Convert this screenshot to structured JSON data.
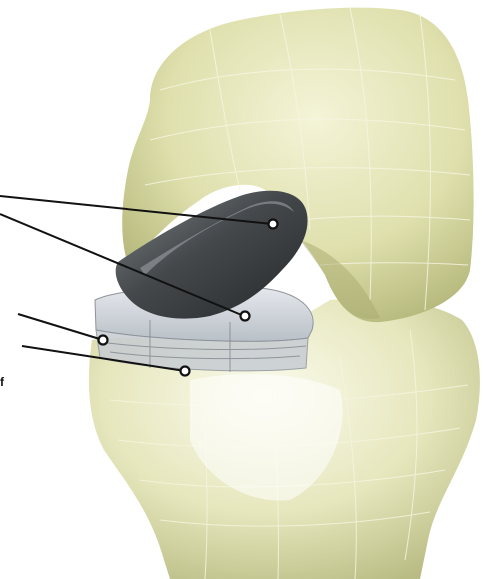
{
  "figure": {
    "subject": "knee-implant-render",
    "colors": {
      "bone": "#e3e4b4",
      "bone_shadow": "#b9bc80",
      "bone_highlight": "#f7f7e2",
      "mesh_lines": "#f4f4de",
      "femoral_component": "#3f4346",
      "femoral_component_highlight": "#8a8f92",
      "tibial_insert": "#cfd3d8",
      "tibial_tray": "#aeb5bb",
      "callout_line": "#111111"
    }
  },
  "callouts": [
    {
      "id": "a",
      "label": ""
    },
    {
      "id": "b",
      "label": ""
    },
    {
      "id": "c",
      "label": ""
    },
    {
      "id": "d",
      "label": ""
    },
    {
      "id": "e",
      "label": "f"
    }
  ]
}
